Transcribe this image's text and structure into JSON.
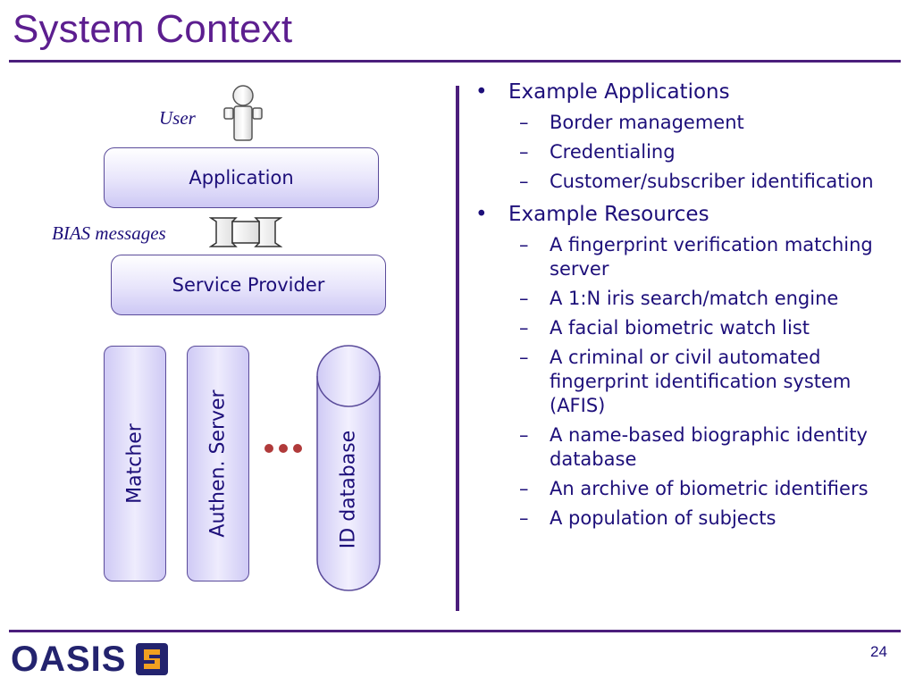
{
  "slide": {
    "title": "System Context",
    "page_number": "24",
    "logo_text": "OASIS"
  },
  "diagram": {
    "user_label": "User",
    "application_label": "Application",
    "bias_label": "BIAS messages",
    "service_provider_label": "Service Provider",
    "matcher_label": "Matcher",
    "authen_server_label": "Authen. Server",
    "id_database_label": "ID database"
  },
  "bullets": [
    {
      "text": "Example Applications",
      "items": [
        "Border management",
        "Credentialing",
        "Customer/subscriber identification"
      ]
    },
    {
      "text": "Example Resources",
      "items": [
        "A fingerprint verification matching server",
        "A 1:N iris search/match engine",
        "A facial biometric watch list",
        "A criminal or civil automated fingerprint identification system (AFIS)",
        "A name-based biographic identity database",
        "An archive of biometric identifiers",
        "A population of subjects"
      ]
    }
  ],
  "colors": {
    "title": "#5c1e8f",
    "text": "#1d0f7a",
    "rule": "#4b1e7c",
    "ellipsis_dots": "#b03a3a"
  }
}
